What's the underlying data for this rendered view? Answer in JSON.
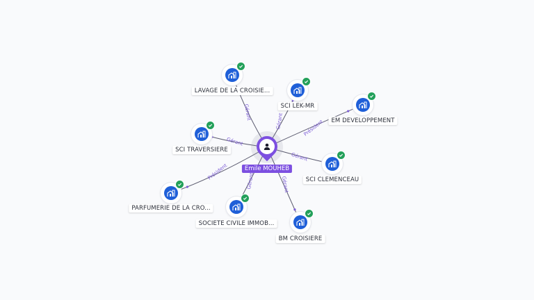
{
  "person": {
    "name": "Emile MOUHEB",
    "icon": "user-icon",
    "color": "#7c4fe0"
  },
  "accent_colors": {
    "company": "#1f5fd8",
    "verified": "#23a05a",
    "relation": "#7c5cd6"
  },
  "companies": [
    {
      "name": "LAVAGE DE LA CROISIE...",
      "relation": "Gérant",
      "icon": "building-icon",
      "verified": true
    },
    {
      "name": "SCI LEK-MR",
      "relation": "Gérant",
      "icon": "building-icon",
      "verified": true
    },
    {
      "name": "EM DEVELOPPEMENT",
      "relation": "Président",
      "icon": "building-icon",
      "verified": true
    },
    {
      "name": "SCI TRAVERSIERE",
      "relation": "Gérant",
      "icon": "building-icon",
      "verified": true
    },
    {
      "name": "SCI CLEMENCEAU",
      "relation": "Gérant",
      "icon": "building-icon",
      "verified": true
    },
    {
      "name": "PARFUMERIE DE LA CRO...",
      "relation": "Président",
      "icon": "building-icon",
      "verified": true
    },
    {
      "name": "SOCIETE CIVILE IMMOB...",
      "relation": "Gérant",
      "icon": "building-icon",
      "verified": true
    },
    {
      "name": "BM CROISIERE",
      "relation": "Gérant",
      "icon": "building-icon",
      "verified": true
    }
  ]
}
